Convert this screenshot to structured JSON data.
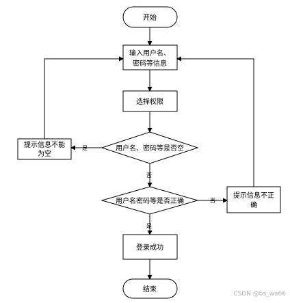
{
  "nodes": {
    "start": "开始",
    "input_line1": "输入用户名、",
    "input_line2": "密码等信息",
    "select_permission": "选择权限",
    "check_empty": "用户名、密码等是否空",
    "check_correct": "用户名密码等是否正确",
    "prompt_empty_line1": "提示信息不能",
    "prompt_empty_line2": "为空",
    "prompt_wrong_line1": "提示信息不正",
    "prompt_wrong_line2": "确",
    "login_success": "登录成功",
    "end": "结束"
  },
  "edges": {
    "yes": "是",
    "no": "否"
  },
  "watermark": "CSDN @bs_wa66"
}
